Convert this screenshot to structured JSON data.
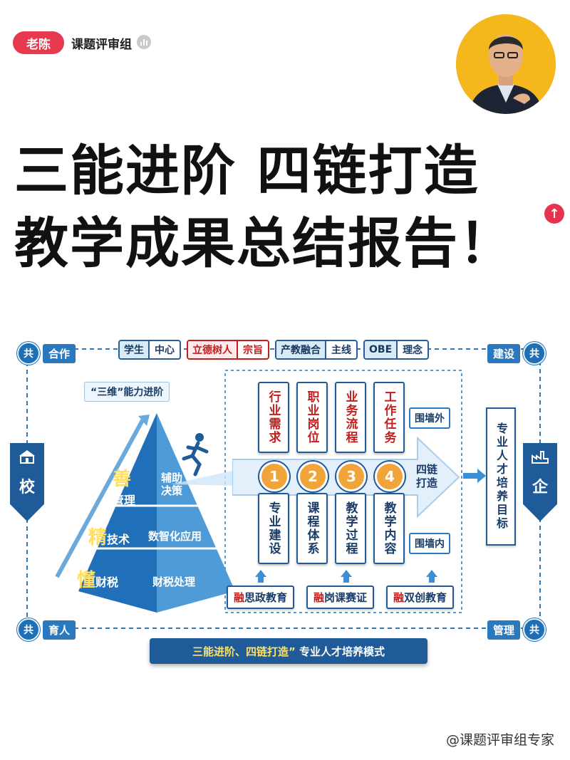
{
  "header": {
    "author_pill": "老陈",
    "brand": "课题评审组",
    "headline_line1": "三能进阶  四链打造",
    "headline_line2": "教学成果总结报告！"
  },
  "diagram": {
    "corners": {
      "top_left": {
        "gong": "共",
        "label": "合作"
      },
      "top_right": {
        "gong": "共",
        "label": "建设"
      },
      "bottom_left": {
        "gong": "共",
        "label": "育人"
      },
      "bottom_right": {
        "gong": "共",
        "label": "管理"
      }
    },
    "tags": [
      {
        "key": "学生",
        "val": "中心",
        "style": "blue"
      },
      {
        "key": "立德树人",
        "val": "宗旨",
        "style": "red"
      },
      {
        "key": "产教融合",
        "val": "主线",
        "style": "blue"
      },
      {
        "key": "OBE",
        "val": "理念",
        "style": "blue"
      }
    ],
    "school": "校",
    "enterprise": "企",
    "pyramid_caption": "“三维”能力进阶",
    "pyramid": [
      {
        "key": "善",
        "rest": "管理",
        "right": "辅助决策"
      },
      {
        "key": "精",
        "rest": "技术",
        "right": "数智化应用"
      },
      {
        "key": "懂",
        "rest": "财税",
        "right": "财税处理"
      }
    ],
    "top_cards": [
      "行业需求",
      "职业岗位",
      "业务流程",
      "工作任务"
    ],
    "numbers": [
      "1",
      "2",
      "3",
      "4"
    ],
    "bottom_cards": [
      "专业建设",
      "课程体系",
      "教学过程",
      "教学内容"
    ],
    "outside_label": "围墙外",
    "inside_label": "围墙内",
    "chain_label": "四链打造",
    "goal": "专业人才培养目标",
    "rong": [
      {
        "key": "融",
        "rest": "思政教育"
      },
      {
        "key": "融",
        "rest": "岗课赛证"
      },
      {
        "key": "融",
        "rest": "双创教育"
      }
    ],
    "bottom_bar_highlight": "三能进阶、四链打造”",
    "bottom_bar_rest": "专业人才培养模式"
  },
  "watermark": "@课题评审组专家",
  "colors": {
    "accent_red": "#e83a4e",
    "diagram_blue": "#1f5a99",
    "number_orange": "#f0a43a"
  }
}
